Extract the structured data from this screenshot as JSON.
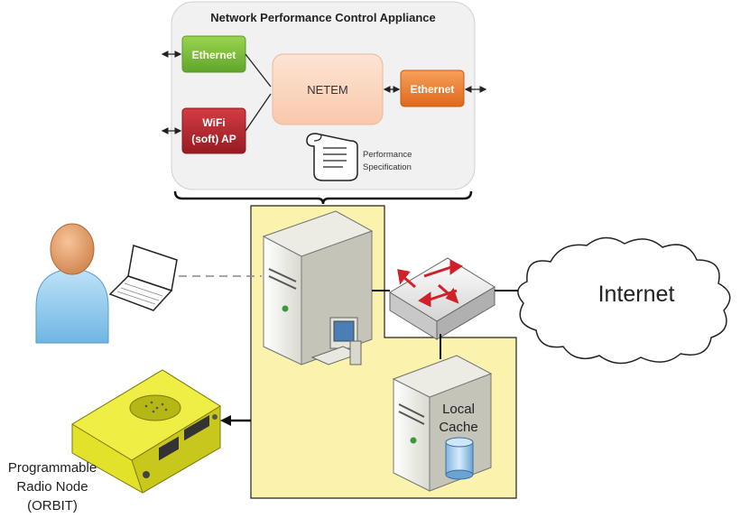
{
  "appliance": {
    "title": "Network Performance Control Appliance",
    "ethernet_in": "Ethernet",
    "wifi_line1": "WiFi",
    "wifi_line2": "(soft) AP",
    "netem": "NETEM",
    "ethernet_out": "Ethernet",
    "spec_line1": "Performance",
    "spec_line2": "Specification"
  },
  "network": {
    "internet": "Internet",
    "cache_line1": "Local",
    "cache_line2": "Cache"
  },
  "radio_node": {
    "line1": "Programmable",
    "line2": "Radio Node",
    "line3": "(ORBIT)"
  },
  "colors": {
    "appliance_bg": "#f1f1f1",
    "ethernet_green": "#7dc13a",
    "wifi_red": "#b8262e",
    "netem_peach": "#fcd9c4",
    "ethernet_orange": "#ef7d2e",
    "yellow_zone": "#fbf3ad",
    "orbit_yellow": "#e8e82a"
  }
}
